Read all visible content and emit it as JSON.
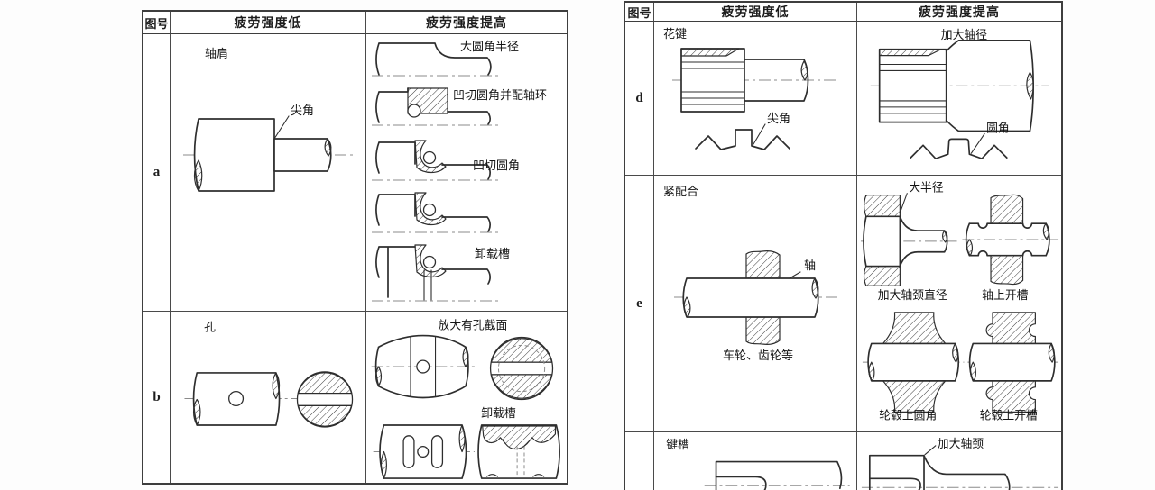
{
  "page": {
    "background": "#fdfdfd",
    "line_color": "#2e2e2e"
  },
  "left_table": {
    "headers": {
      "id": "图号",
      "low": "疲劳强度低",
      "high": "疲劳强度提高"
    },
    "row_a": {
      "id": "a",
      "low_title": "轴肩",
      "low_label_sharp_corner": "尖角",
      "high_label_large_fillet": "大圆角半径",
      "high_label_undercut_collar": "凹切圆角并配轴环",
      "high_label_undercut_fillet": "凹切圆角",
      "high_label_relief_groove": "卸载槽"
    },
    "row_b": {
      "id": "b",
      "low_title": "孔",
      "high_label_enlarged_section": "放大有孔截面",
      "high_label_relief_groove": "卸载槽"
    }
  },
  "right_table": {
    "headers": {
      "id": "图号",
      "low": "疲劳强度低",
      "high": "疲劳强度提高"
    },
    "row_d": {
      "id": "d",
      "low_title": "花键",
      "low_label_sharp_corner": "尖角",
      "high_label_larger_diameter": "加大轴径",
      "high_label_fillet": "圆角"
    },
    "row_e": {
      "id": "e",
      "low_title": "紧配合",
      "low_label_shaft": "轴",
      "low_label_hub": "车轮、齿轮等",
      "high_label_large_radius": "大半径",
      "high_label_enlarge_journal_dia": "加大轴颈直径",
      "high_label_groove_on_shaft": "轴上开槽",
      "high_label_fillet_on_hub": "轮毂上圆角",
      "high_label_groove_on_hub": "轮毂上开槽"
    },
    "row_f": {
      "low_title": "键槽",
      "high_label_enlarge_journal": "加大轴颈"
    }
  }
}
